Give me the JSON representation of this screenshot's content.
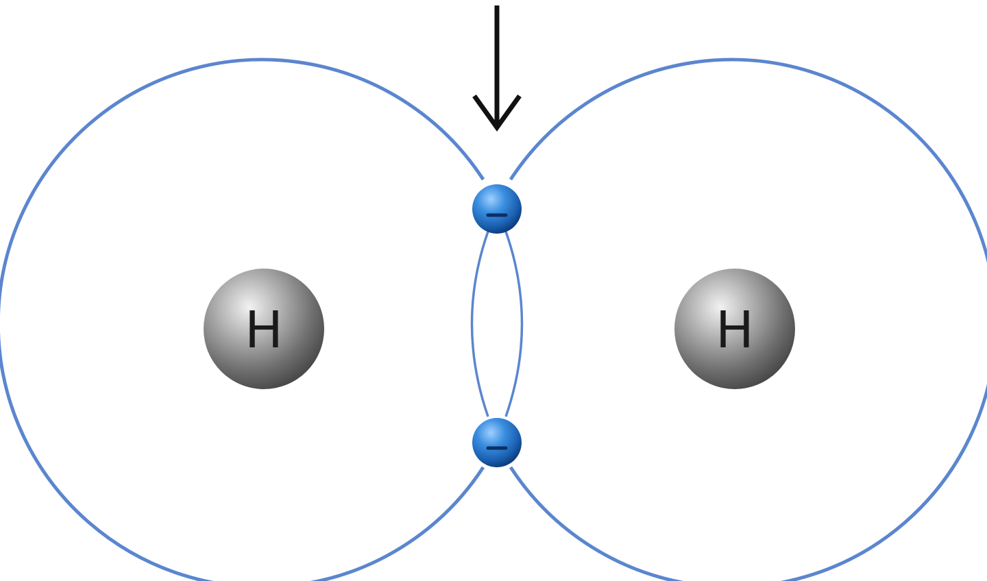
{
  "molecule": {
    "atoms": [
      {
        "symbol": "H",
        "nucleus_icon": "hydrogen-nucleus-sphere"
      },
      {
        "symbol": "H",
        "nucleus_icon": "hydrogen-nucleus-sphere"
      }
    ],
    "shared_electron_count": 2,
    "electron_icon": "electron-minus-sphere",
    "pointer_icon": "down-arrow-icon"
  },
  "colors": {
    "shell_line": "#5b86cf",
    "electron": "#2f7fd0",
    "nucleus": "#7a7a7a",
    "arrow": "#111111",
    "background": "#ffffff"
  }
}
